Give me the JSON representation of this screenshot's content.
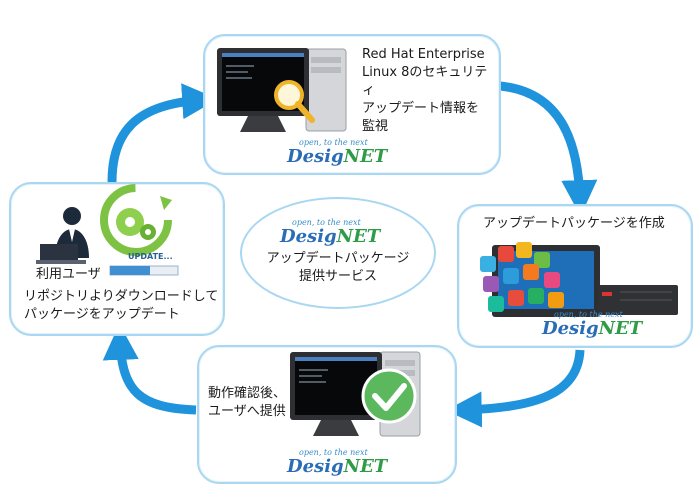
{
  "top_box": {
    "text_lines": [
      "Red Hat Enterprise",
      "Linux 8のセキュリティ",
      "アップデート情報を",
      "監視"
    ],
    "icon": "server-monitor-magnifier-icon"
  },
  "right_box": {
    "text": "アップデートパッケージを作成",
    "icon": "monitor-app-icons-server-icon"
  },
  "bottom_box": {
    "text_lines": [
      "動作確認後、",
      "ユーザへ提供"
    ],
    "icon": "server-monitor-checkmark-icon"
  },
  "left_box": {
    "user_label": "利用ユーザ",
    "update_label": "UPDATE...",
    "text_lines": [
      "リポジトリよりダウンロードして",
      "パッケージをアップデート"
    ],
    "icons": [
      "user-at-laptop-icon",
      "gear-refresh-icon"
    ]
  },
  "center": {
    "text_lines": [
      "アップデートパッケージ",
      "提供サービス"
    ]
  },
  "logo": {
    "tagline": "open, to the next",
    "word_part1": "Desig",
    "word_part2": "NET"
  },
  "colors": {
    "border": "#a9d7f1",
    "arrow": "#1f93dc",
    "logo_blue": "#2a6db6",
    "logo_green": "#2e9b47",
    "check_green": "#5cb85c"
  }
}
